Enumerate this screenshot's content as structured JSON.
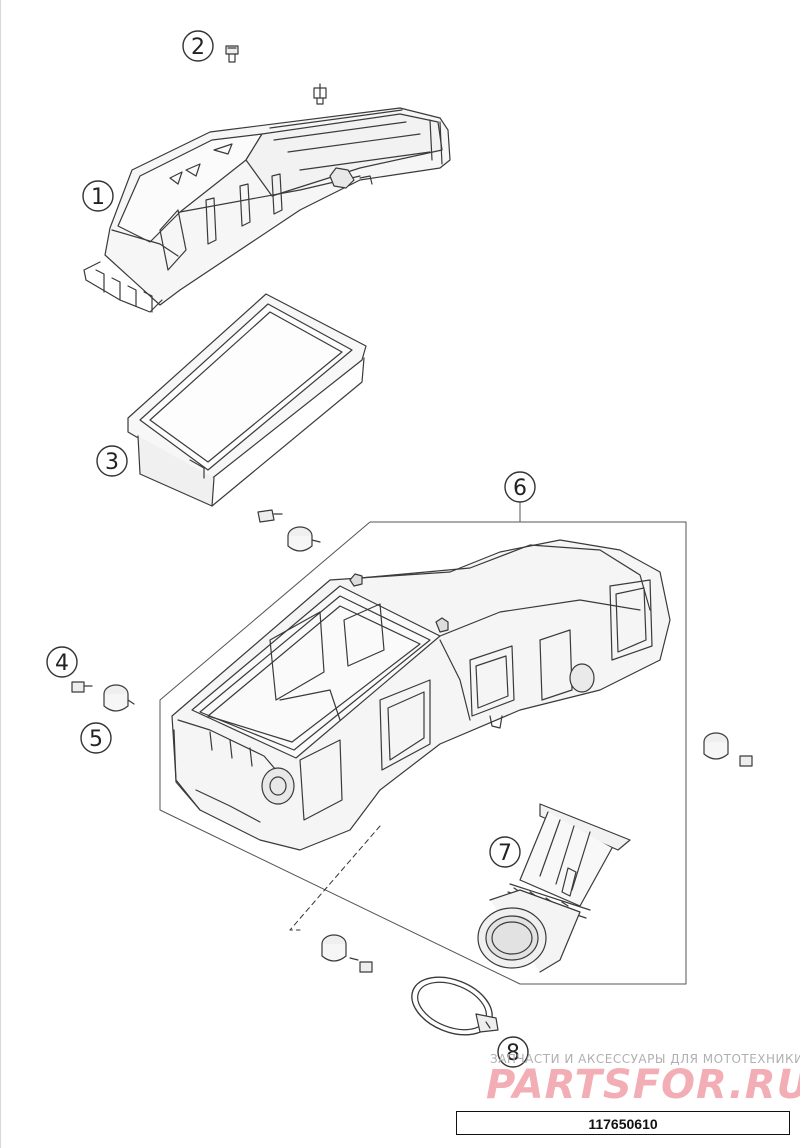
{
  "callouts": [
    {
      "id": "1",
      "label": "1"
    },
    {
      "id": "2",
      "label": "2"
    },
    {
      "id": "3",
      "label": "3"
    },
    {
      "id": "4",
      "label": "4"
    },
    {
      "id": "5",
      "label": "5"
    },
    {
      "id": "6",
      "label": "6"
    },
    {
      "id": "7",
      "label": "7"
    },
    {
      "id": "8",
      "label": "8"
    }
  ],
  "watermark": {
    "tagline": "ЗАПЧАСТИ И АКСЕССУАРЫ ДЛЯ МОТОТЕХНИКИ",
    "brand": "PARTSFOR.RU"
  },
  "part_number": "117650610",
  "colors": {
    "line": "#3a3a3a",
    "fill": "#f4f4f4",
    "watermark": "#f2aeb4"
  }
}
